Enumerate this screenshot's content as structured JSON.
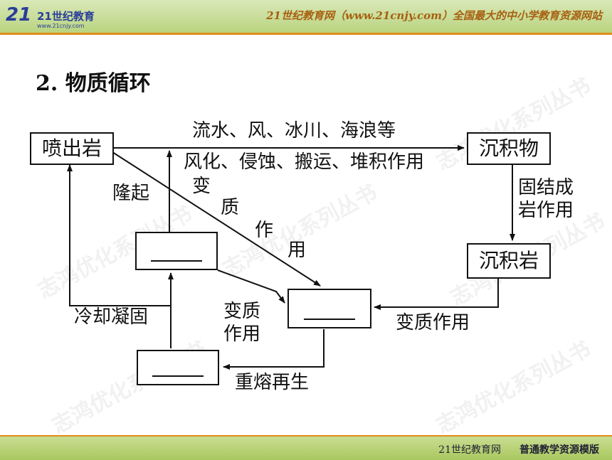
{
  "header": {
    "logo_mark": "21",
    "logo_text": "21世纪教育",
    "logo_url": "www.21cnjy.com",
    "site_text": "21世纪教育网（www.21cnjy.com）全国最大的中小学教育资源网站"
  },
  "footer": {
    "left_text": "21世纪教育网",
    "right_text": "普通教学资源模版"
  },
  "slide": {
    "title": "2. 物质循环"
  },
  "diagram": {
    "nodes": {
      "extrusive": "喷出岩",
      "sediment": "沉积物",
      "sedimentary_rock": "沉积岩"
    },
    "labels": {
      "transport_agents": "流水、风、冰川、海浪等",
      "weathering": "风化、侵蚀、搬运、堆积作用",
      "metamorphism_1": "变",
      "metamorphism_2": "质",
      "metamorphism_3": "作",
      "metamorphism_4": "用",
      "uplift": "隆起",
      "lithification_1": "固结成",
      "lithification_2": "岩作用",
      "cooling": "冷却凝固",
      "metamorphism_left_1": "变质",
      "metamorphism_left_2": "作用",
      "metamorphism_right": "变质作用",
      "remelting": "重熔再生"
    },
    "watermark": "志鸿优化系列丛书"
  }
}
